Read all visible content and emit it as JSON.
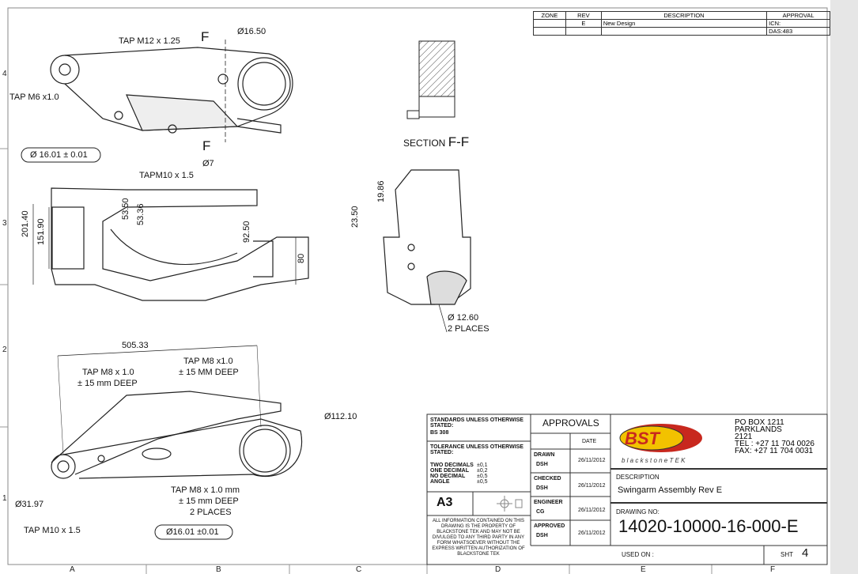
{
  "revision_table": {
    "headers": [
      "ZONE",
      "REV",
      "DESCRIPTION",
      "APPROVAL"
    ],
    "rows": [
      [
        "",
        "E",
        "New Design",
        "ICN:"
      ],
      [
        "",
        "",
        "",
        "DAS:483"
      ]
    ]
  },
  "zones": {
    "rows": [
      "4",
      "3",
      "2",
      "1"
    ],
    "cols": [
      "A",
      "B",
      "C",
      "D",
      "E",
      "F"
    ]
  },
  "top_view": {
    "tap_m12": "TAP M12 x 1.25",
    "section_mark_top": "F",
    "section_mark_bottom": "F",
    "dia_16_50": "Ø16.50",
    "tap_m6": "TAP M6 x1.0",
    "dia_16_01": "Ø 16.01 ± 0.01",
    "dia_7": "Ø7",
    "tap_m10": "TAPM10 x 1.5"
  },
  "section": {
    "prefix": "SECTION",
    "label": "F-F"
  },
  "side_view": {
    "d201": "201.40",
    "d151": "151.90",
    "d53_50": "53.50",
    "d53_36": "53.36",
    "d92": "92.50",
    "d80": "80"
  },
  "end_view": {
    "d19": "19.86",
    "d23": "23.50",
    "dia": "Ø 12.60",
    "places": "2 PLACES"
  },
  "iso_view": {
    "d505": "505.33",
    "tap_m8_a": "TAP M8 x 1.0",
    "deep_a": "± 15 mm DEEP",
    "tap_m8_b": "TAP M8 x1.0",
    "deep_b": "± 15 MM DEEP",
    "dia112": "Ø112.10",
    "dia31": "Ø31.97",
    "tap_m10": "TAP M10 x 1.5",
    "tap_m8_c": "TAP M8 x 1.0 mm",
    "deep_c": "± 15 mm DEEP",
    "places_c": "2 PLACES",
    "dia16": "Ø16.01 ±0.01"
  },
  "title_block": {
    "standards": "STANDARDS UNLESS OTHERWISE STATED:",
    "standard": "BS 308",
    "tolerance": "TOLERANCE UNLESS OTHERWISE STATED:",
    "tolerances": [
      [
        "TWO DECIMALS",
        "±0,1"
      ],
      [
        "ONE DECIMAL",
        "±0,2"
      ],
      [
        "NO DECIMAL",
        "±0,5"
      ],
      [
        "ANGLE",
        "±0,5"
      ]
    ],
    "size": "A3",
    "notice": "ALL INFORMATION CONTAINED ON THIS DRAWING IS THE PROPERTY OF BLACKSTONE TEK AND MAY NOT BE DIVULGED TO ANY THIRD PARTY IN ANY FORM WHATSOEVER WITHOUT THE EXPRESS WRITTEN AUTHORIZATION OF BLACKSTONE TEK",
    "approvals": "APPROVALS",
    "date_header": "DATE",
    "rows": [
      {
        "role": "DRAWN",
        "name": "DSH",
        "date": "26/11/2012"
      },
      {
        "role": "CHECKED",
        "name": "DSH",
        "date": "26/11/2012"
      },
      {
        "role": "ENGINEER",
        "name": "CG",
        "date": "26/11/2012"
      },
      {
        "role": "APPROVED",
        "name": "DSH",
        "date": "26/11/2012"
      }
    ],
    "logo": "BST",
    "company": "b l a c k s t o n e  T E K",
    "address": [
      "PO BOX 1211",
      "PARKLANDS",
      "2121",
      "TEL : +27 11 704 0026",
      "FAX: +27 11 704 0031"
    ],
    "description_label": "DESCRIPTION",
    "description": "Swingarm Assembly Rev E",
    "drawing_no_label": "DRAWING NO:",
    "drawing_no": "14020-10000-16-000-E",
    "used_on": "USED ON :",
    "sheet_label": "SHT",
    "sheet": "4"
  },
  "colors": {
    "logo_yellow": "#f2c200",
    "logo_red": "#c8281e"
  }
}
